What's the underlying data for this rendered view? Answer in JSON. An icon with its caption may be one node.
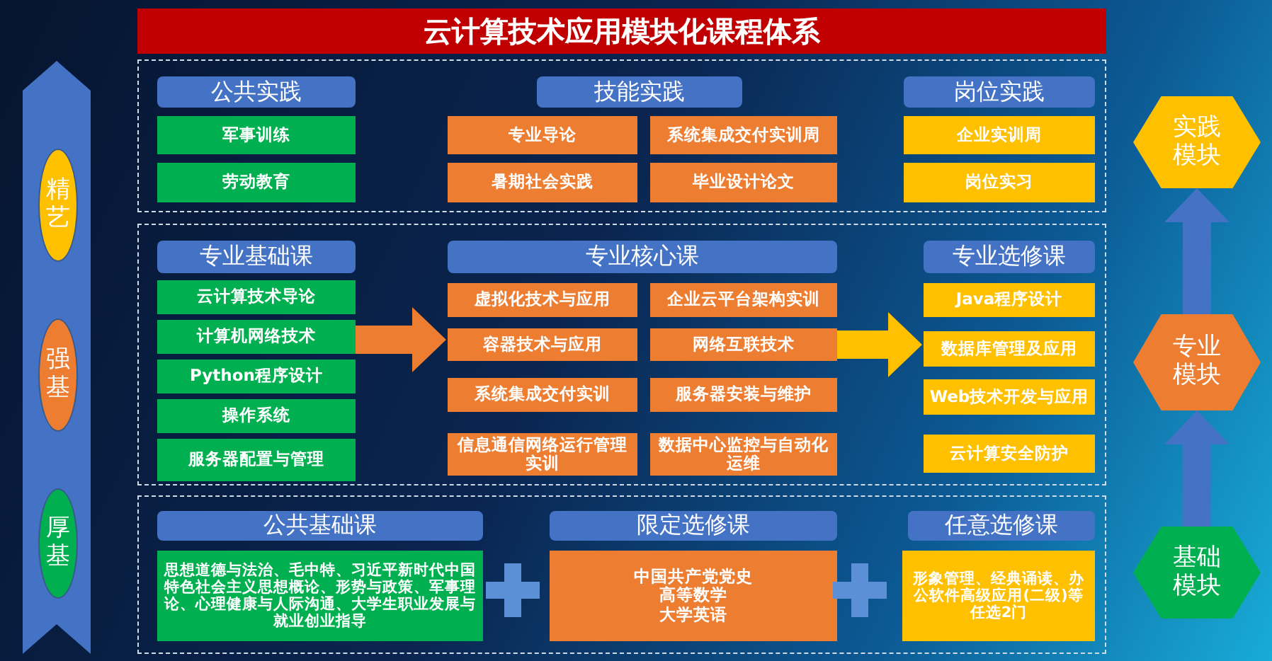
{
  "diagram": {
    "title": "云计算技术应用模块化课程体系",
    "nodes": [
      {
        "text": [],
        "shape": "box"
      },
      {
        "text": [
          "公共实践"
        ],
        "in": 0
      },
      {
        "text": [
          "技能实践"
        ],
        "in": 0
      },
      {
        "text": [
          "岗位实践"
        ],
        "in": 0
      },
      {
        "text": [
          "军事训练"
        ],
        "in": 0
      },
      {
        "text": [
          "专业导论"
        ],
        "in": 0
      },
      {
        "text": [
          "系统集成交付实训周"
        ],
        "in": 0
      },
      {
        "text": [
          "企业实训周"
        ],
        "in": 0
      },
      {
        "text": [
          "劳动教育"
        ],
        "in": 0
      },
      {
        "text": [
          "暑期社会实践"
        ],
        "in": 0
      },
      {
        "text": [
          "毕业设计论文"
        ],
        "in": 0
      },
      {
        "text": [
          "岗位实习"
        ],
        "in": 0
      },
      {
        "text": [],
        "shape": "box"
      },
      {
        "text": [
          "专业基础课"
        ],
        "in": 12
      },
      {
        "text": [
          "专业核心课"
        ],
        "in": 12
      },
      {
        "text": [
          "专业选修课"
        ],
        "in": 12
      },
      {
        "text": [
          "云计算技术导论"
        ],
        "in": 12
      },
      {
        "text": [
          "虚拟化技术与应用"
        ],
        "in": 12
      },
      {
        "text": [
          "企业云平台架构实训"
        ],
        "in": 12
      },
      {
        "text": [
          "Java程序设计"
        ],
        "in": 12
      },
      {
        "text": [
          "计算机网络技术"
        ],
        "in": 12
      },
      {
        "text": [
          "容器技术与应用"
        ],
        "in": 12
      },
      {
        "text": [
          "网络互联技术"
        ],
        "in": 12
      },
      {
        "text": [
          "数据库管理及应用"
        ],
        "in": 12
      },
      {
        "text": [
          "Python程序设计"
        ],
        "in": 12
      },
      {
        "text": [
          "系统集成交付实训"
        ],
        "in": 12
      },
      {
        "text": [
          "服务器安装与维护"
        ],
        "in": 12
      },
      {
        "text": [
          "Web技术开发与应用"
        ],
        "in": 12
      },
      {
        "text": [
          "操作系统"
        ],
        "in": 12
      },
      {
        "text": [
          "信息通信网络运行管理实训"
        ],
        "in": 12
      },
      {
        "text": [
          "数据中心监控与自动化运维"
        ],
        "in": 12
      },
      {
        "text": [
          "云计算安全防护"
        ],
        "in": 12
      },
      {
        "text": [
          "服务器配置与管理"
        ],
        "in": 12
      },
      {
        "text": [],
        "shape": "box"
      },
      {
        "text": [
          "公共基础课"
        ],
        "in": 33
      },
      {
        "text": [
          "限定选修课"
        ],
        "in": 33
      },
      {
        "text": [
          "任意选修课"
        ],
        "in": 33
      },
      {
        "text": [
          "思想道德与法治、毛中特、习近平新时代中国特色社会主义思想概论、形势与政策、军事理论、心理健康与人际沟通、大学生职业发展与就业创业指导"
        ],
        "in": 33
      },
      {
        "text": [
          "中国共产党党史",
          "高等数学",
          "大学英语"
        ],
        "in": 33
      },
      {
        "text": [
          "形象管理、经典诵读、办公软件高级应用(二级)等任选2门"
        ],
        "in": 33
      },
      {
        "text": [],
        "shape": "band"
      },
      {
        "text": [
          "精艺"
        ],
        "in": 40
      },
      {
        "text": [
          "强基"
        ],
        "in": 40
      },
      {
        "text": [
          "厚基"
        ],
        "in": 40
      },
      {
        "text": [
          "实践模块"
        ]
      },
      {
        "text": [
          "专业模块"
        ]
      },
      {
        "text": [
          "基础模块"
        ]
      }
    ],
    "edges": [
      {
        "from": 20,
        "to": 21,
        "arrow": "to",
        "color": "#ed7d31"
      },
      {
        "from": 22,
        "to": 23,
        "arrow": "to",
        "color": "#ffc000"
      },
      {
        "from": 46,
        "to": 45,
        "arrow": "to",
        "color": "#4472c4"
      },
      {
        "from": 45,
        "to": 44,
        "arrow": "to",
        "color": "#4472c4"
      }
    ]
  }
}
